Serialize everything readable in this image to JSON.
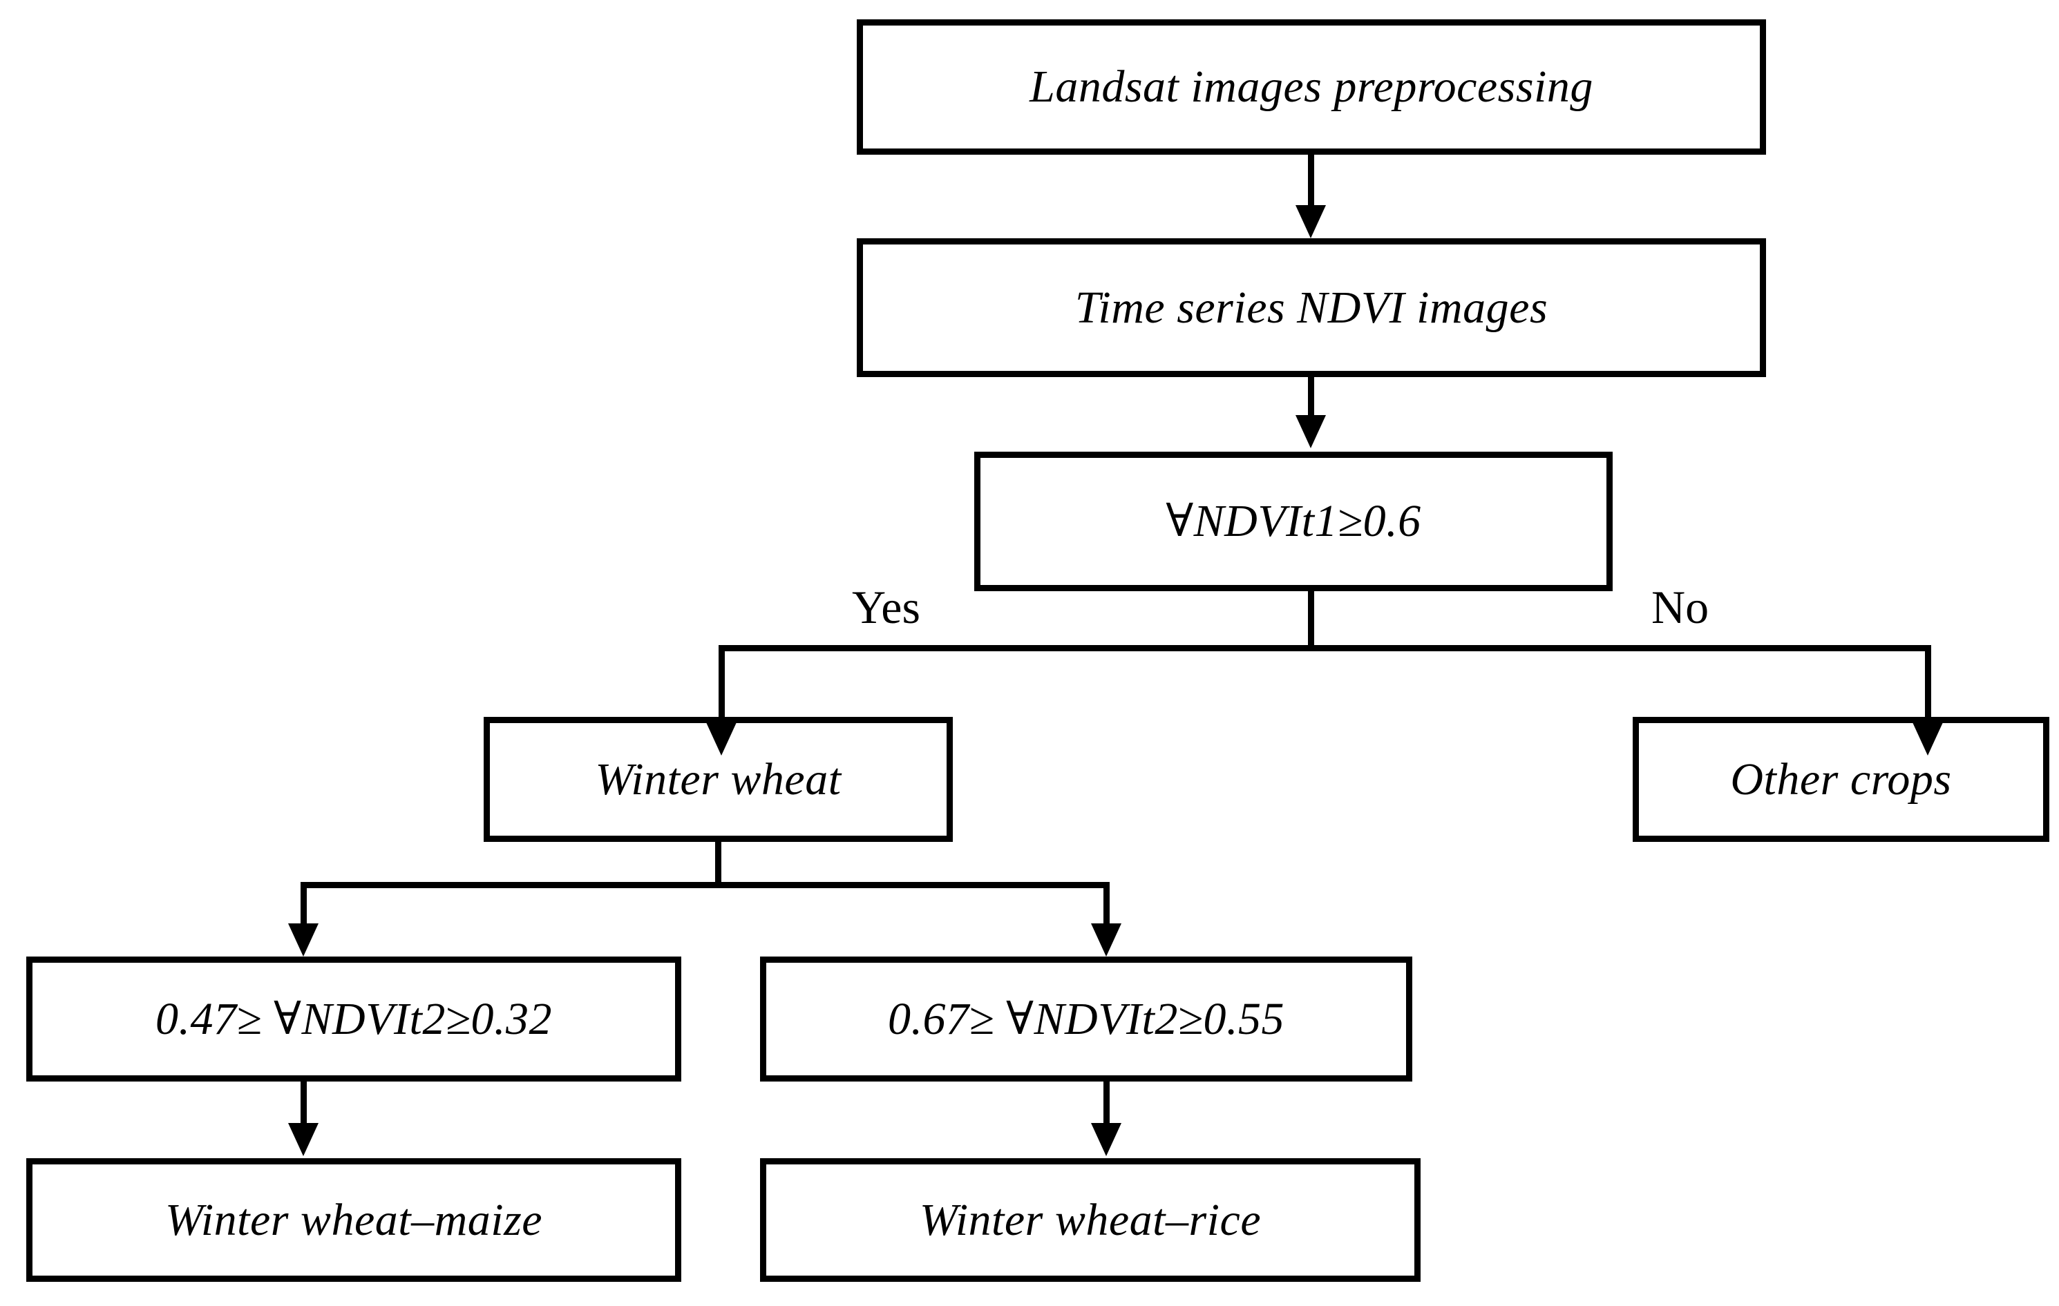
{
  "diagram": {
    "title": "Crop classification decision tree flowchart",
    "type": "flowchart",
    "colors": {
      "stroke": "#000000",
      "fill": "#ffffff",
      "text": "#000000"
    },
    "nodes": [
      {
        "id": "preprocessing",
        "label": "Landsat images preprocessing"
      },
      {
        "id": "ndvi_series",
        "label": "Time series NDVI images"
      },
      {
        "id": "decision",
        "label": "∀NDVIt1≥0.6"
      },
      {
        "id": "winter_wheat",
        "label": "Winter wheat"
      },
      {
        "id": "other_crops",
        "label": "Other crops"
      },
      {
        "id": "cond_maize",
        "label": "0.47≥ ∀NDVIt2≥0.32"
      },
      {
        "id": "cond_rice",
        "label": "0.67≥ ∀NDVIt2≥0.55"
      },
      {
        "id": "wheat_maize",
        "label": "Winter wheat–maize"
      },
      {
        "id": "wheat_rice",
        "label": "Winter wheat–rice"
      }
    ],
    "branch_labels": {
      "yes": "Yes",
      "no": "No"
    }
  }
}
